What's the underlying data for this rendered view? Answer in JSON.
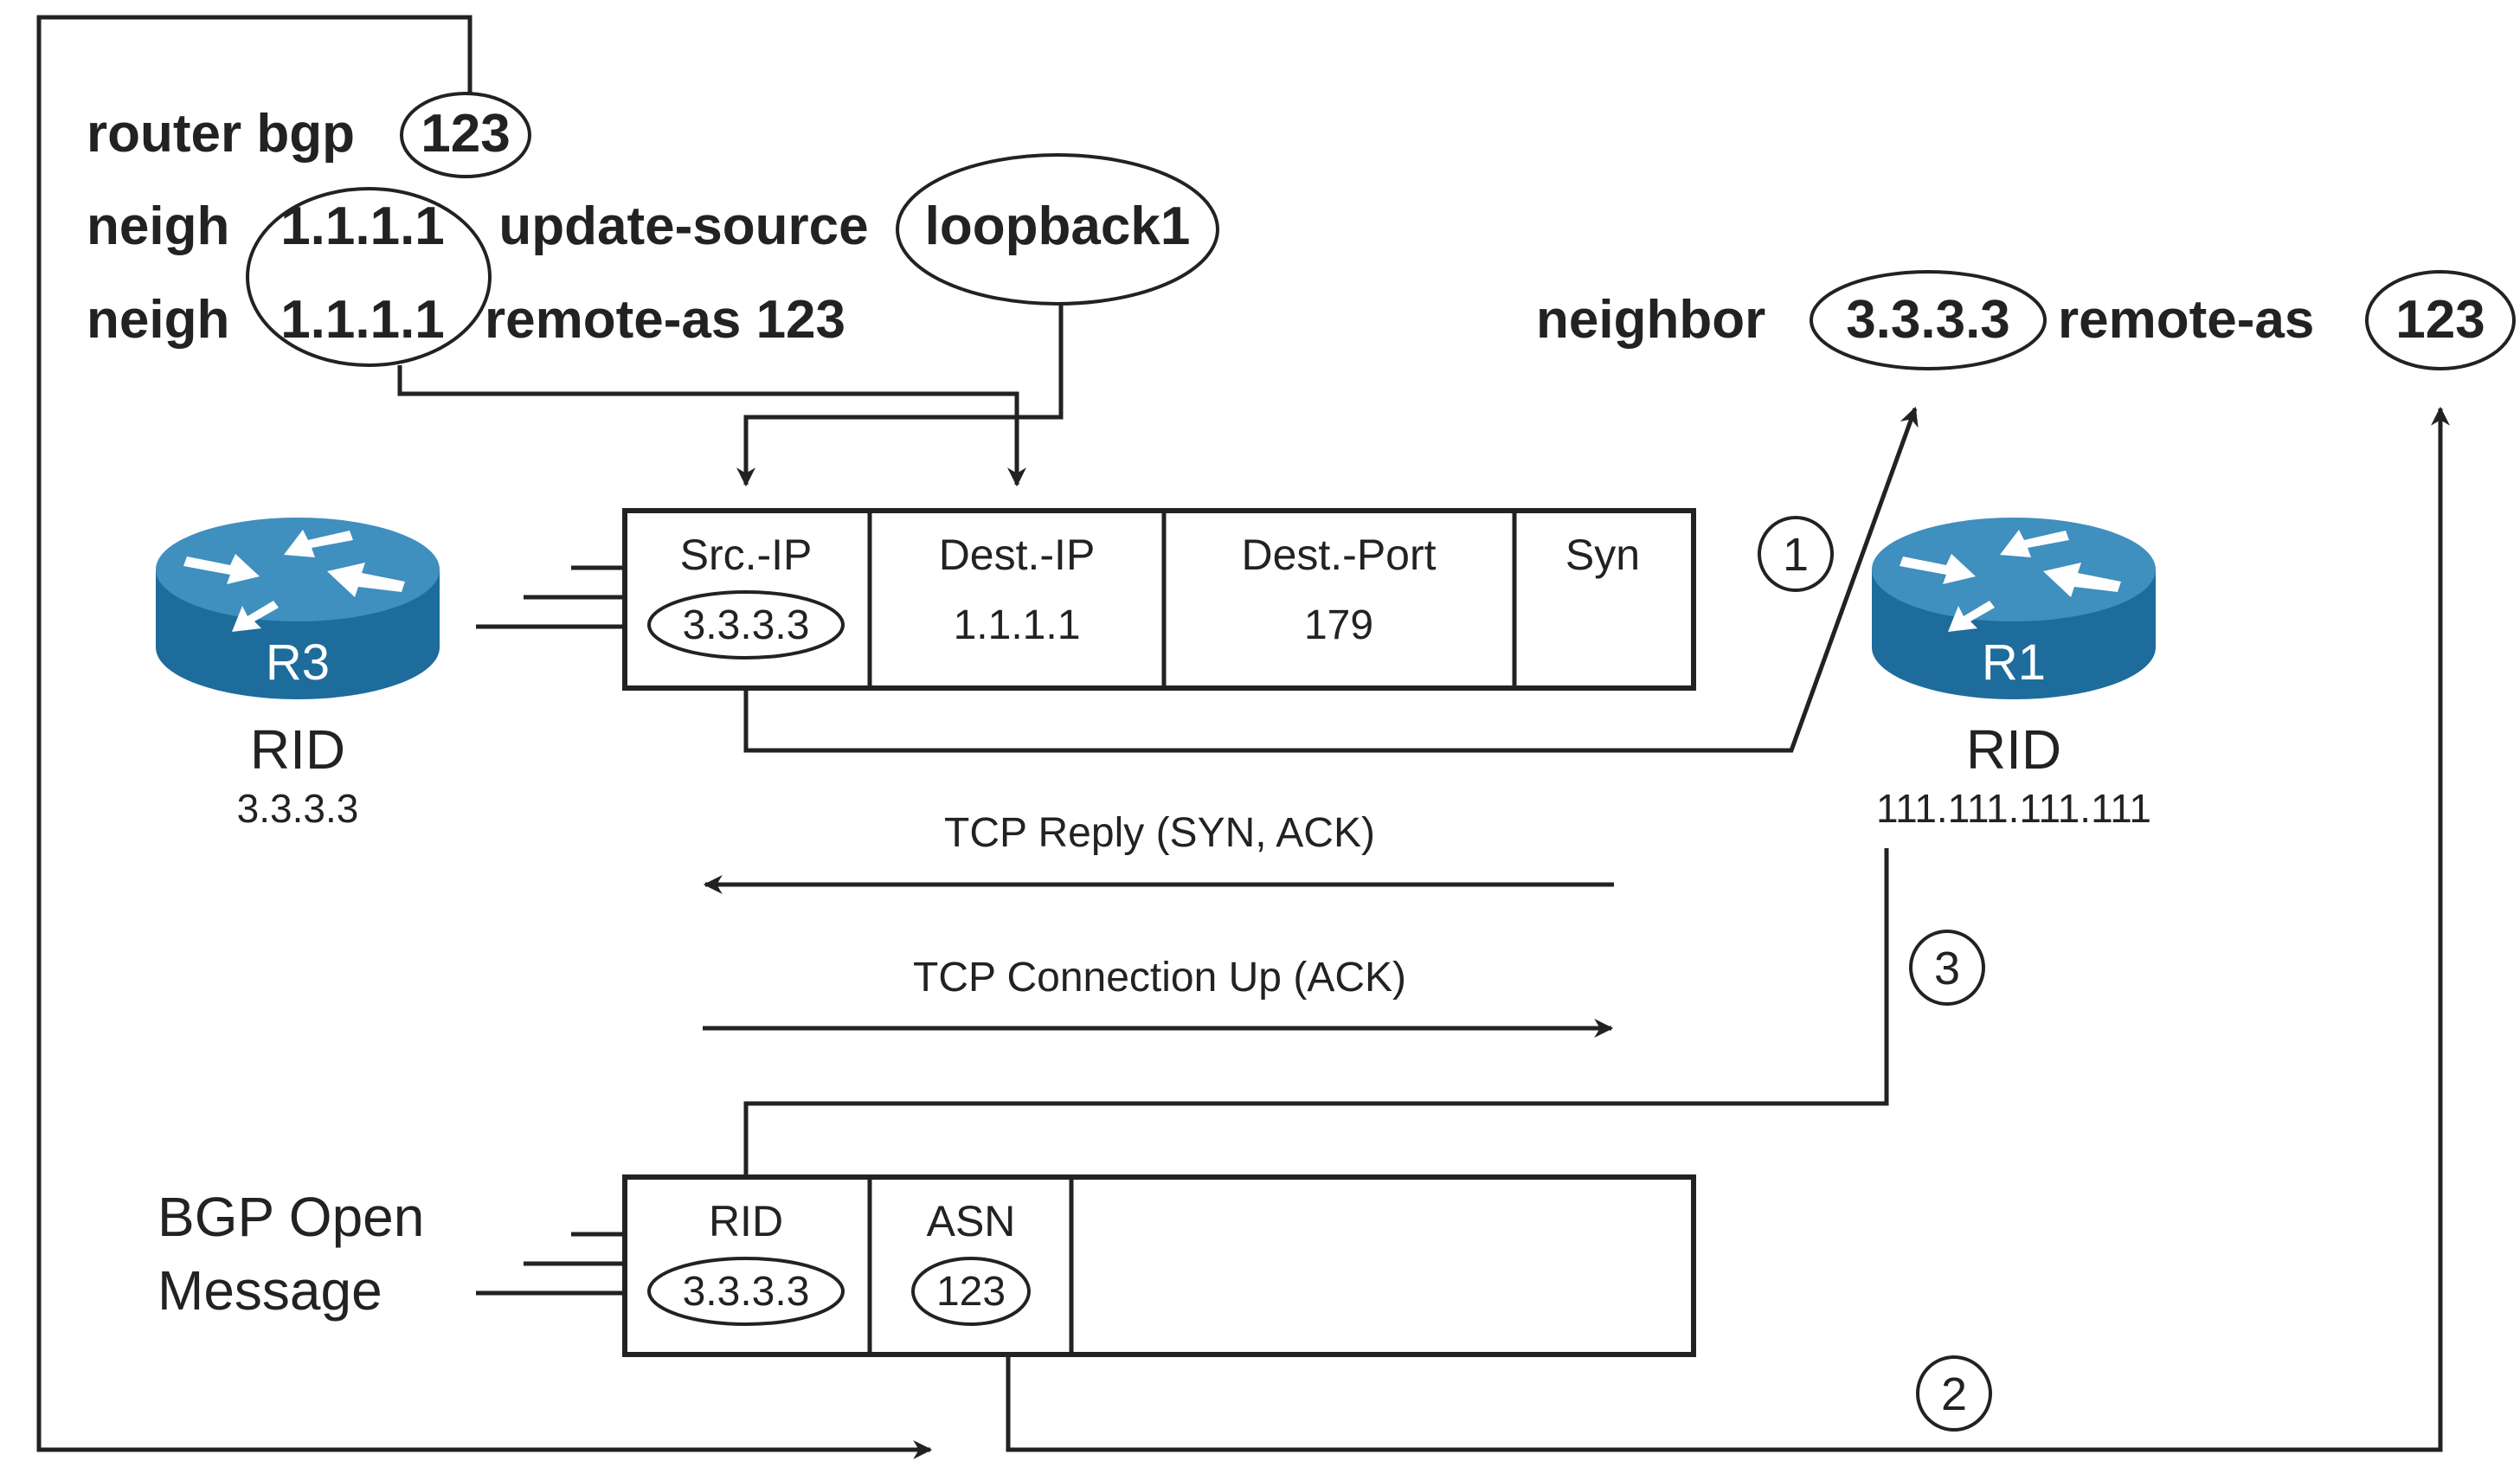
{
  "config_r3": {
    "line1_prefix": "router bgp",
    "line1_asn": "123",
    "line2_prefix": "neigh",
    "line2_ip": "1.1.1.1",
    "line2_mid": "update-source",
    "line2_iface": "loopback1",
    "line3_prefix": "neigh",
    "line3_ip": "1.1.1.1",
    "line3_suffix": "remote-as 123"
  },
  "config_r1": {
    "prefix": "neighbor",
    "ip": "3.3.3.3",
    "mid": "remote-as",
    "asn": "123"
  },
  "r3": {
    "name": "R3",
    "rid_label": "RID",
    "rid_value": "3.3.3.3"
  },
  "r1": {
    "name": "R1",
    "rid_label": "RID",
    "rid_value": "111.111.111.111"
  },
  "tcp_packet": {
    "src_header": "Src.-IP",
    "src_value": "3.3.3.3",
    "dst_header": "Dest.-IP",
    "dst_value": "1.1.1.1",
    "port_header": "Dest.-Port",
    "port_value": "179",
    "flag_header": "Syn"
  },
  "tcp_reply": "TCP Reply (SYN, ACK)",
  "tcp_up": "TCP Connection Up (ACK)",
  "bgp_open": {
    "label_line1": "BGP Open",
    "label_line2": "Message",
    "rid_header": "RID",
    "rid_value": "3.3.3.3",
    "asn_header": "ASN",
    "asn_value": "123"
  },
  "steps": [
    "1",
    "2",
    "3"
  ],
  "colors": {
    "router_top": "#3f8fbf",
    "router_side": "#1d6c9c",
    "ink": "#222222"
  }
}
